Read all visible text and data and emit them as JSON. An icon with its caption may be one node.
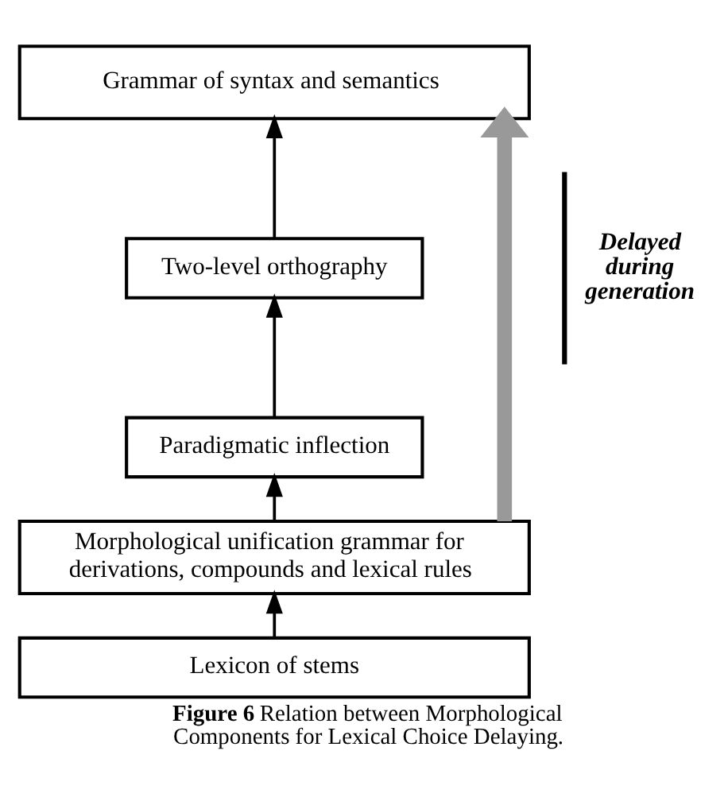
{
  "diagram": {
    "caption": "**Figure 6** Relation between Morphological Components for Lexical Choice Delaying.",
    "nodes": [
      {
        "text": [
          "Grammar of syntax and semantics"
        ]
      },
      {
        "text": [
          "Two-level orthography"
        ]
      },
      {
        "text": [
          "Paradigmatic inflection"
        ]
      },
      {
        "text": [
          "Morphological unification grammar for derivations, compounds and lexical rules"
        ]
      },
      {
        "text": [
          "Lexicon of stems"
        ]
      }
    ],
    "edges": [
      {
        "from": 4,
        "to": 3,
        "arrow": "to"
      },
      {
        "from": 3,
        "to": 2,
        "arrow": "to"
      },
      {
        "from": 2,
        "to": 1,
        "arrow": "to"
      },
      {
        "from": 1,
        "to": 0,
        "arrow": "to"
      },
      {
        "from": 3,
        "to": 0,
        "arrow": "to",
        "style": "thick",
        "color": "#999999"
      }
    ],
    "labels": [
      "Delayed during generation"
    ]
  }
}
